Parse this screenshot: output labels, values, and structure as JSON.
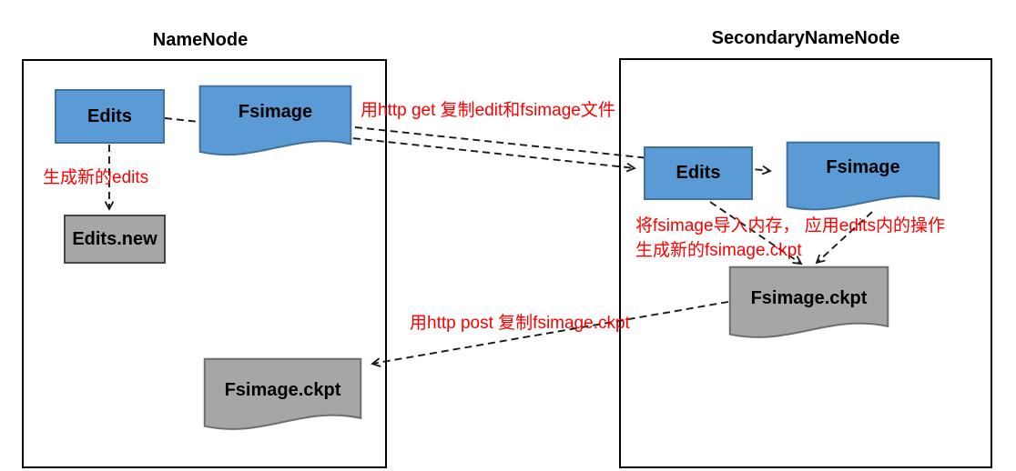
{
  "diagram": {
    "left_panel": {
      "title": "NameNode"
    },
    "right_panel": {
      "title": "SecondaryNameNode"
    },
    "nodes": {
      "nn_edits": {
        "label": "Edits"
      },
      "nn_fsimage": {
        "label": "Fsimage"
      },
      "nn_edits_new": {
        "label": "Edits.new"
      },
      "nn_fsimage_ckpt": {
        "label": "Fsimage.ckpt"
      },
      "sn_edits": {
        "label": "Edits"
      },
      "sn_fsimage": {
        "label": "Fsimage"
      },
      "sn_fsimage_ckpt": {
        "label": "Fsimage.ckpt"
      }
    },
    "annotations": {
      "http_get": "用http get 复制edit和fsimage文件",
      "gen_new_edits": "生成新的edits",
      "import_line1": "将fsimage导入内存， 应用edits内的操作",
      "import_line2": "生成新的fsimage.ckpt",
      "http_post": "用http post 复制fsimage.ckpt"
    },
    "colors": {
      "node_blue_fill": "#5b9bd5",
      "node_blue_border": "#41719c",
      "node_gray_fill": "#a6a6a6",
      "annotation_red": "#ff0000",
      "line_black": "#1a1a1a"
    }
  }
}
